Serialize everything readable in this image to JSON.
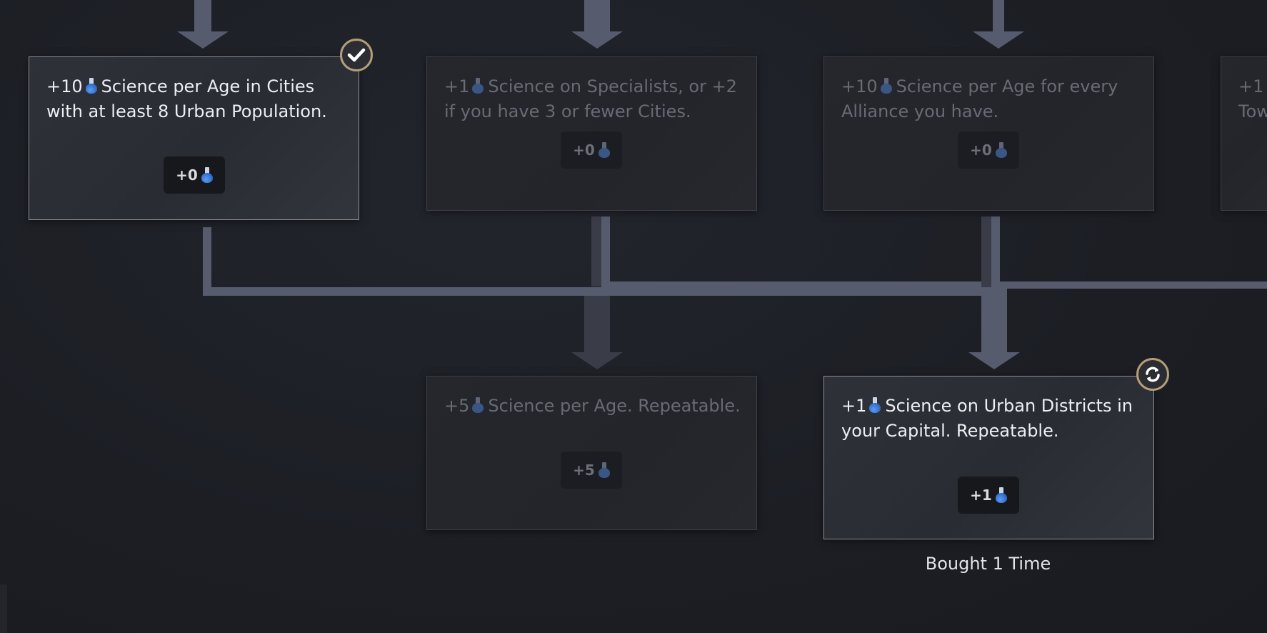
{
  "cards": [
    {
      "id": "urban-population",
      "state": "completed",
      "text_prefix": "+10",
      "text_body": "Science per Age in Cities with at least 8 Urban Population.",
      "yield_value": "+0",
      "status_icon": "checkmark-icon"
    },
    {
      "id": "specialists",
      "state": "locked",
      "text_prefix": "+1",
      "text_body": "Science on Specialists, or +2 if you have 3 or fewer Cities.",
      "yield_value": "+0"
    },
    {
      "id": "alliance",
      "state": "locked",
      "text_prefix": "+10",
      "text_body": "Science per Age for every Alliance you have.",
      "yield_value": "+0"
    },
    {
      "id": "partial-right",
      "state": "locked",
      "text_line1": "+1",
      "text_line2": "Tow"
    },
    {
      "id": "repeatable-age",
      "state": "locked",
      "text_prefix": "+5",
      "text_body": "Science per Age. Repeatable.",
      "yield_value": "+5"
    },
    {
      "id": "urban-districts-capital",
      "state": "repeatable-active",
      "text_prefix": "+1",
      "text_body": "Science on Urban Districts in your Capital. Repeatable.",
      "yield_value": "+1",
      "status_icon": "refresh-icon",
      "bought_label": "Bought 1 Time"
    }
  ],
  "icons": {
    "yield": "science-flask-icon",
    "completed": "checkmark-icon",
    "repeatable": "refresh-icon"
  },
  "colors": {
    "background": "#1d1f25",
    "connector": "#565b6e",
    "active_border": "#8d8f98",
    "status_ring": "#b49e78",
    "science": "#3a7ae0"
  }
}
